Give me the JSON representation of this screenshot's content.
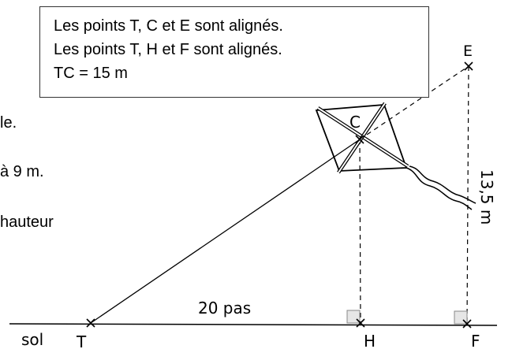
{
  "left_text_fragments": [
    "le.",
    "à 9 m.",
    "hauteur"
  ],
  "info_box": {
    "lines": [
      "Les points T, C et E sont alignés.",
      "Les points T, H et F sont alignés.",
      "TC = 15 m"
    ]
  },
  "figure": {
    "ground_label": "sol",
    "points": {
      "T": "T",
      "C": "C",
      "E": "E",
      "H": "H",
      "F": "F"
    },
    "distance_label": "20 pas",
    "height_label": "13,5 m"
  }
}
